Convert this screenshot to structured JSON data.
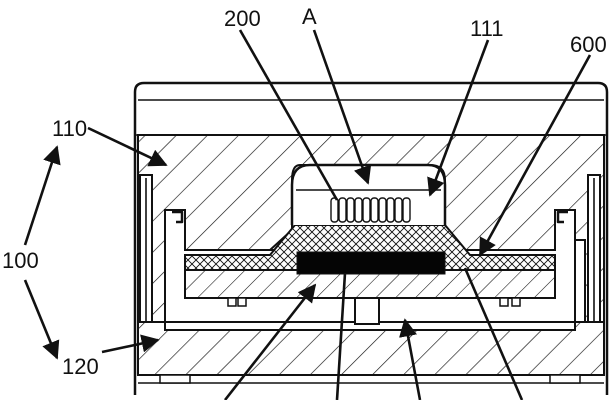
{
  "labels": {
    "l200": "200",
    "lA": "A",
    "l111": "111",
    "l600": "600",
    "l110": "110",
    "l100": "100",
    "l120": "120"
  },
  "colors": {
    "ink": "#111111",
    "paper": "#ffffff",
    "chip": "#050505"
  }
}
